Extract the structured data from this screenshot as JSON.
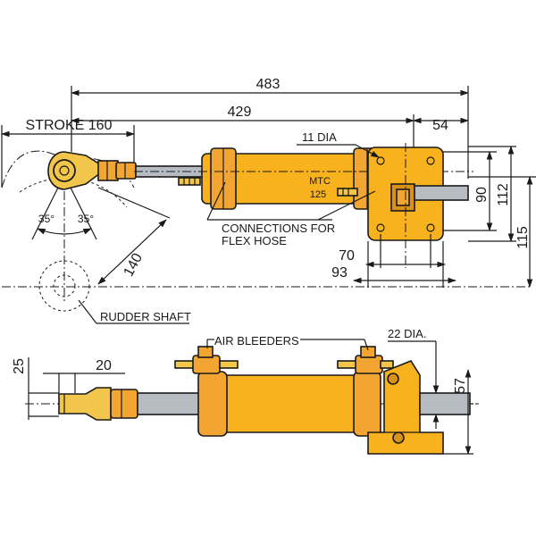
{
  "colors": {
    "cylinder": "#f7b21e",
    "cylinder_dark": "#d8921a",
    "fitting": "#f2c64a",
    "rod": "#b7bcc2",
    "rod_dark": "#8c9197",
    "bracket": "#f3a531",
    "line": "#1a1a1a"
  },
  "dimensions": {
    "overall": "483",
    "body": "429",
    "bracket_offset": "54",
    "stroke": "STROKE 160",
    "radius": "140",
    "angle_left": "35°",
    "angle_right": "35°",
    "hole_dia": "11 DIA",
    "bolt_spacing_v": "90",
    "bracket_height": "112",
    "mount_height": "115",
    "bolt_spacing_h": "70",
    "bracket_width": "93",
    "eye_height": "25",
    "eye_depth": "20",
    "rod_dia": "22 DIA.",
    "centre_height": "57"
  },
  "labels": {
    "model_line1": "MTC",
    "model_line2": "125",
    "connections_line1": "CONNECTIONS FOR",
    "connections_line2": "FLEX HOSE",
    "rudder_shaft": "RUDDER SHAFT",
    "air_bleeders": "AIR BLEEDERS"
  }
}
